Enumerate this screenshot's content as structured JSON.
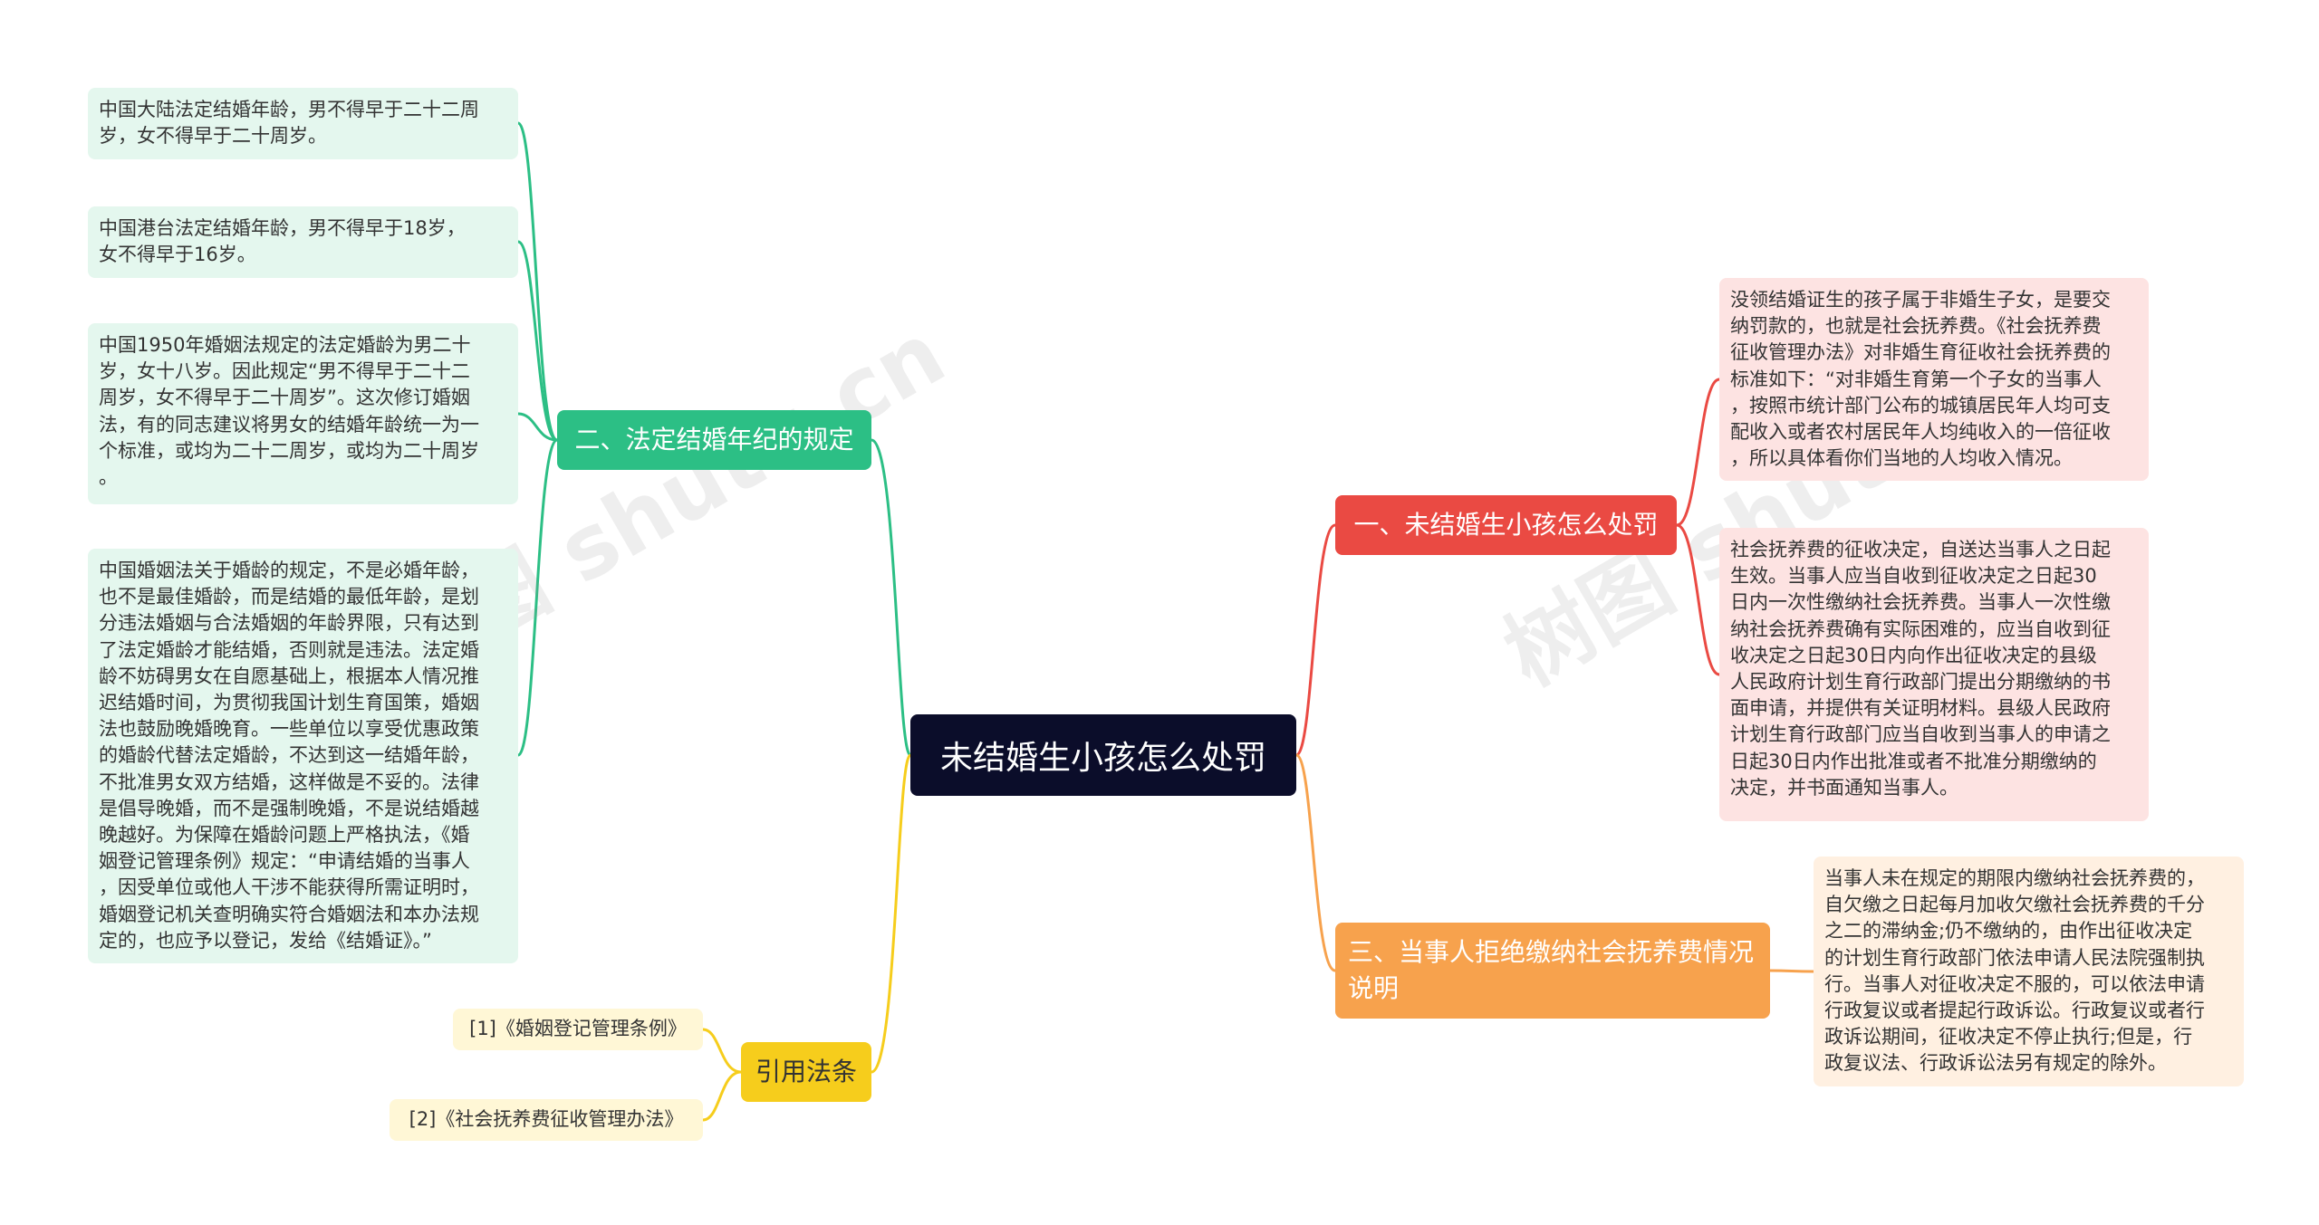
{
  "center": {
    "title": "未结婚生小孩怎么处罚"
  },
  "branches": {
    "legal_age": {
      "label": "二、法定结婚年纪的规定",
      "items": [
        "中国大陆法定结婚年龄，男不得早于二十二周\n岁，女不得早于二十周岁。",
        "中国港台法定结婚年龄，男不得早于18岁，\n女不得早于16岁。",
        "中国1950年婚姻法规定的法定婚龄为男二十\n岁，女十八岁。因此规定“男不得早于二十二\n周岁，女不得早于二十周岁”。这次修订婚姻\n法，有的同志建议将男女的结婚年龄统一为一\n个标准，或均为二十二周岁，或均为二十周岁\n。",
        "中国婚姻法关于婚龄的规定，不是必婚年龄，\n也不是最佳婚龄，而是结婚的最低年龄，是划\n分违法婚姻与合法婚姻的年龄界限，只有达到\n了法定婚龄才能结婚，否则就是违法。法定婚\n龄不妨碍男女在自愿基础上，根据本人情况推\n迟结婚时间，为贯彻我国计划生育国策，婚姻\n法也鼓励晚婚晚育。一些单位以享受优惠政策\n的婚龄代替法定婚龄，不达到这一结婚年龄，\n不批准男女双方结婚，这样做是不妥的。法律\n是倡导晚婚，而不是强制晚婚，不是说结婚越\n晚越好。为保障在婚龄问题上严格执法，《婚\n姻登记管理条例》规定：“申请结婚的当事人\n，因受单位或他人干涉不能获得所需证明时，\n婚姻登记机关查明确实符合婚姻法和本办法规\n定的，也应予以登记，发给《结婚证》。”"
      ]
    },
    "laws": {
      "label": "引用法条",
      "items": [
        "[1]《婚姻登记管理条例》",
        "[2]《社会抚养费征收管理办法》"
      ]
    },
    "penalty": {
      "label": "一、未结婚生小孩怎么处罚",
      "items": [
        "没领结婚证生的孩子属于非婚生子女，是要交\n纳罚款的，也就是社会抚养费。《社会抚养费\n征收管理办法》对非婚生育征收社会抚养费的\n标准如下：“对非婚生育第一个子女的当事人\n，按照市统计部门公布的城镇居民年人均可支\n配收入或者农村居民年人均纯收入的一倍征收\n，所以具体看你们当地的人均收入情况。",
        "社会抚养费的征收决定，自送达当事人之日起\n生效。当事人应当自收到征收决定之日起30\n日内一次性缴纳社会抚养费。当事人一次性缴\n纳社会抚养费确有实际困难的，应当自收到征\n收决定之日起30日内向作出征收决定的县级\n人民政府计划生育行政部门提出分期缴纳的书\n面申请，并提供有关证明材料。县级人民政府\n计划生育行政部门应当自收到当事人的申请之\n日起30日内作出批准或者不批准分期缴纳的\n决定，并书面通知当事人。"
      ]
    },
    "refuse": {
      "label": "三、当事人拒绝缴纳社会抚养费情况说明",
      "items": [
        "当事人未在规定的期限内缴纳社会抚养费的，\n自欠缴之日起每月加收欠缴社会抚养费的千分\n之二的滞纳金;仍不缴纳的，由作出征收决定\n的计划生育行政部门依法申请人民法院强制执\n行。当事人对征收决定不服的，可以依法申请\n行政复议或者提起行政诉讼。行政复议或者行\n政诉讼期间，征收决定不停止执行;但是，行\n政复议法、行政诉讼法另有规定的除外。"
      ]
    }
  },
  "watermarks": [
    "树图 shutu.cn",
    "树图 shutu.cn"
  ],
  "colors": {
    "center": "#0b0d2a",
    "green": "#2cbf85",
    "yellow": "#f6cd1c",
    "red": "#ea4a43",
    "orange": "#f7a24d"
  }
}
